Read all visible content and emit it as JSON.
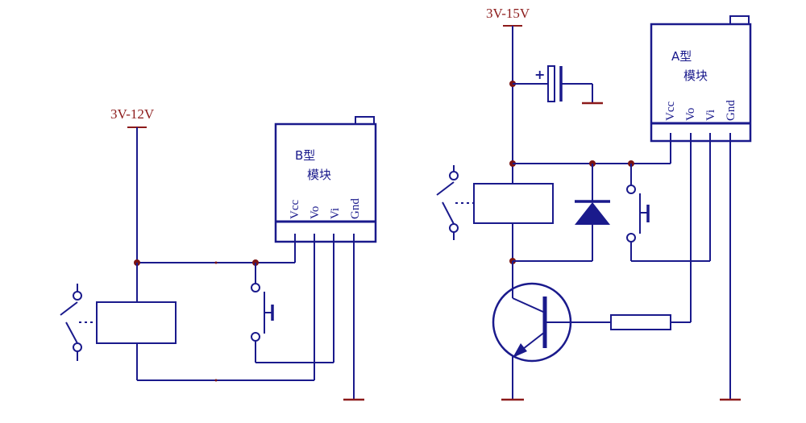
{
  "colors": {
    "wire": "#1a1a8c",
    "supply": "#8c1a1a",
    "node": "#7a1414",
    "gnd": "#8c1a1a"
  },
  "left_circuit": {
    "supply": "3V-12V",
    "module": {
      "line1": "B型",
      "line2": "模块",
      "pins": [
        "Vcc",
        "Vo",
        "Vi",
        "Gnd"
      ]
    }
  },
  "right_circuit": {
    "supply": "3V-15V",
    "capacitor_polarity": "+",
    "module": {
      "line1": "A型",
      "line2": "模块",
      "pins": [
        "Vcc",
        "Vo",
        "Vi",
        "Gnd"
      ]
    }
  }
}
